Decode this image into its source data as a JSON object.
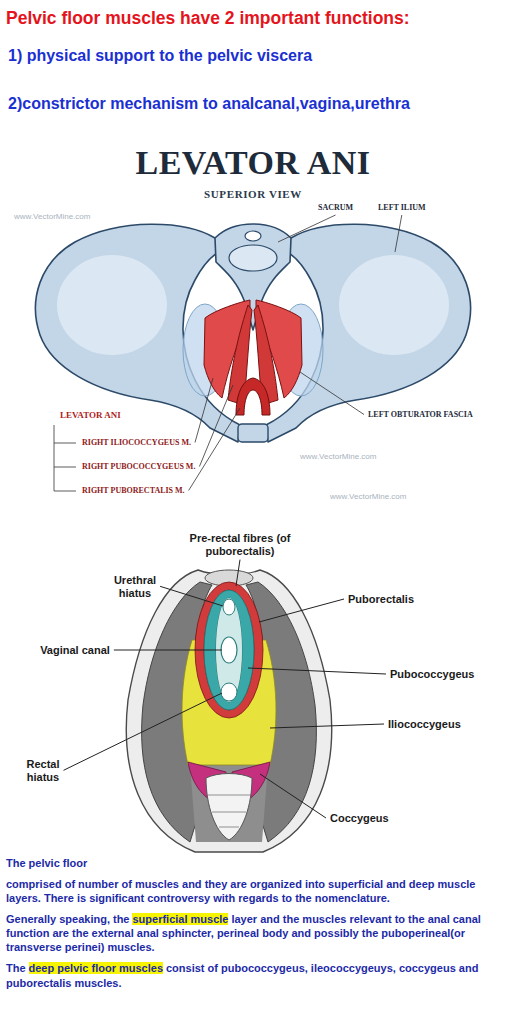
{
  "diagram": {
    "title": "Pelvic floor muscles have 2 important functions:",
    "labels": [
      "1) physical support to the pelvic viscera",
      "2)constrictor mechanism to analcanal,vagina,urethra",
      "LEVATOR ANI",
      "SUPERIOR VIEW",
      "SACRUM",
      "LEFT ILIUM",
      "LEFT OBTURATOR FASCIA",
      "LEVATOR ANI",
      "RIGHT ILIOCOCCYGEUS M.",
      "RIGHT PUBOCOCCYGEUS M.",
      "RIGHT PUBORECTALIS M.",
      "www.VectorMine.com",
      "www.VectorMine.com",
      "www.VectorMine.com",
      "Pre-rectal fibres (of puborectalis)",
      "Urethral hiatus",
      "Puborectalis",
      "Vaginal canal",
      "Pubococcygeus",
      "Iliococcygeus",
      "Rectal hiatus",
      "Coccygeus",
      "The pelvic floor",
      "comprised of number of muscles and they are organized into superficial and deep muscle layers. There is significant controversy with regards to the nomenclature.",
      "Generally speaking, the",
      "superficial muscle",
      "layer and the muscles relevant to the anal canal function are the external anal sphincter, perineal body and possibly the puboperineal(or transverse perinei) muscles.",
      "The",
      "deep pelvic floor muscles",
      "consist of pubococcygeus, ileococcygeuys, coccygeus and puborectalis muscles."
    ]
  }
}
